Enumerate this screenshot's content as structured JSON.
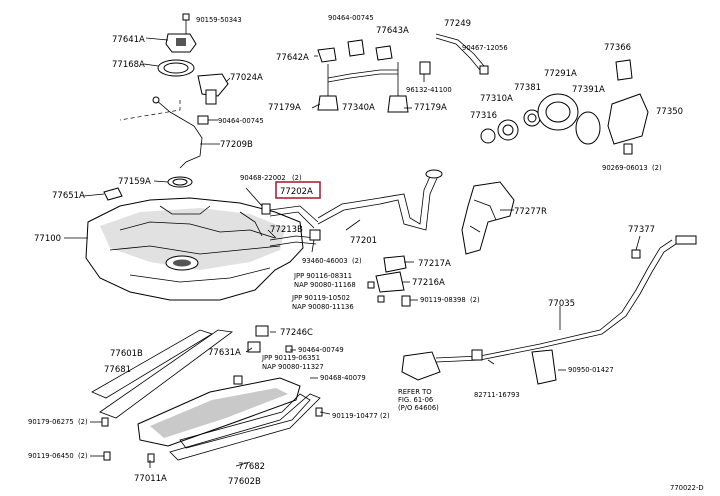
{
  "highlight_color": "#b0213b",
  "labels": {
    "p77641A": "77641A",
    "p90159": "90159-50343",
    "p77168A": "77168A",
    "p77024A": "77024A",
    "p90464_a": "90464-00745",
    "p77643A": "77643A",
    "p77249": "77249",
    "p90467": "90467-12056",
    "p77366": "77366",
    "p77642A": "77642A",
    "p77291A": "77291A",
    "p96132": "96132-41100",
    "p77179A_l": "77179A",
    "p77340A": "77340A",
    "p77179A_r": "77179A",
    "p77310A": "77310A",
    "p77381": "77381",
    "p77391A": "77391A",
    "p77316": "77316",
    "p77350": "77350",
    "p90464_b": "90464-00745",
    "p77209B": "77209B",
    "p90269": "90269-06013",
    "p77159A": "77159A",
    "p90468": "90468-22002",
    "p77202A": "77202A",
    "p77651A": "77651A",
    "p77277R": "77277R",
    "p77100": "77100",
    "p77213B": "77213B",
    "p77201": "77201",
    "p77377": "77377",
    "p93460": "93460-46003",
    "p77217A": "77217A",
    "p_jpp1": "JPP 90116-08311",
    "p_nap1": "NAP 90080-11168",
    "p77216A": "77216A",
    "p_jpp2": "JPP 90119-10502",
    "p_nap2": "NAP 90080-11136",
    "p90119_a": "90119-08398",
    "p77035": "77035",
    "p77601B": "77601B",
    "p77246C": "77246C",
    "p90464_c": "90464-00749",
    "p77631A": "77631A",
    "p77681": "77681",
    "p_jpp3": "JPP 90119-06351",
    "p_nap3": "NAP 90080-11327",
    "p90468_b": "90468-40079",
    "p90950": "90950-01427",
    "p_refer1": "REFER TO",
    "p_refer2": "FIG. 61-06",
    "p_refer3": "(P/O 64606)",
    "p82711": "82711-16793",
    "p90179": "90179-06275",
    "p90119_b": "90119-10477",
    "p90119_c": "90119-06450",
    "p77682": "77682",
    "p77011A": "77011A",
    "p77602B": "77602B",
    "p_diagram_no": "770022-D"
  },
  "qty": {
    "q2": "(2)"
  }
}
